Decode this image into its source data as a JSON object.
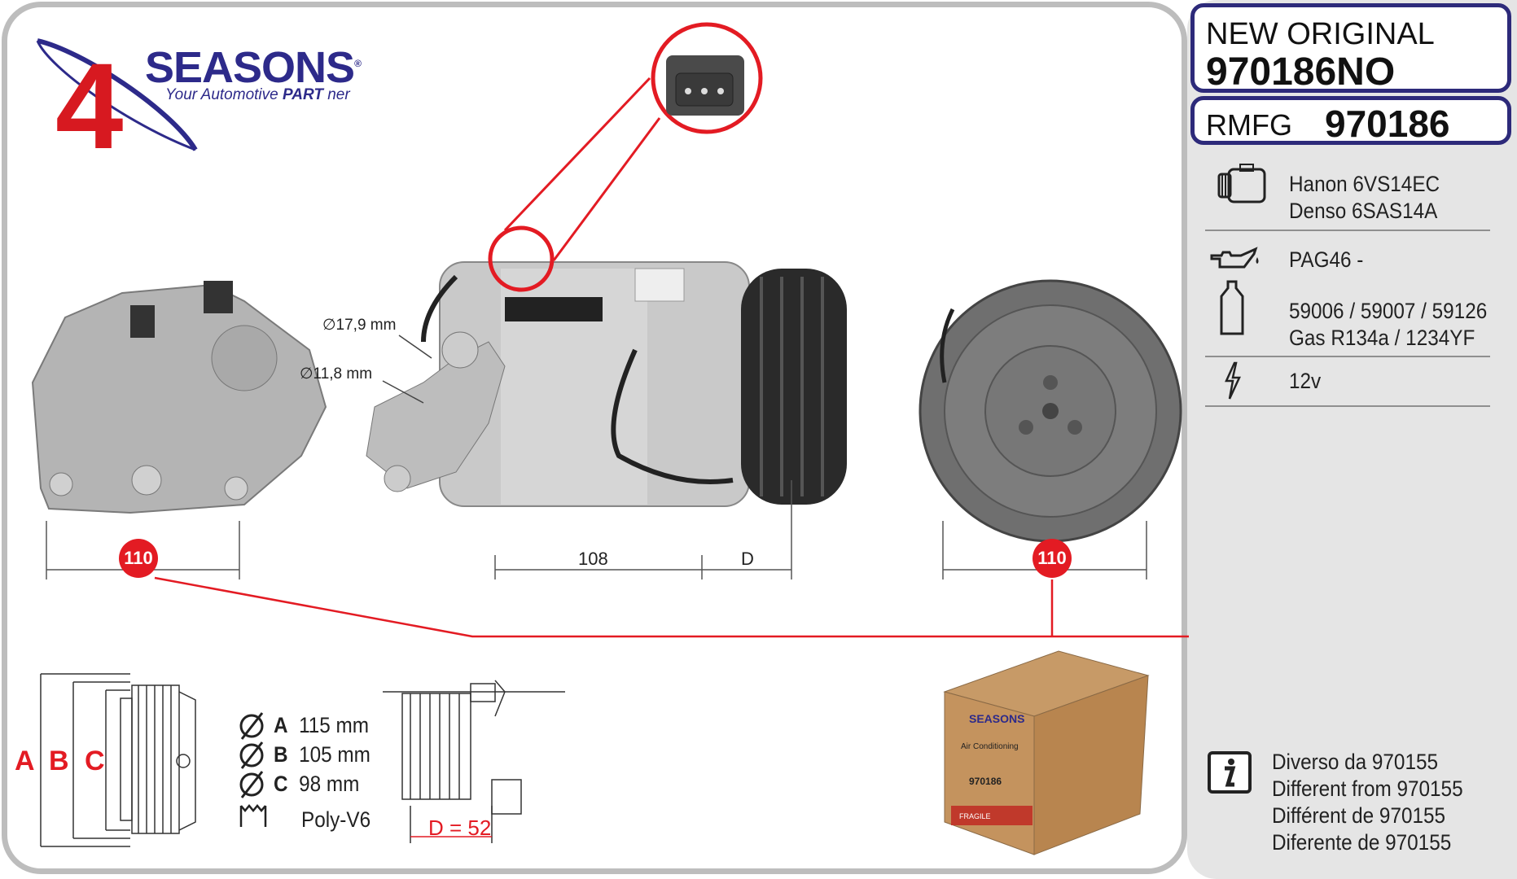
{
  "header": {
    "new_original_label": "NEW ORIGINAL",
    "new_original_code": "970186NO",
    "rmfg_label": "RMFG",
    "rmfg_code": "970186"
  },
  "logo": {
    "brand": "SEASONS",
    "numeral": "4",
    "tagline_prefix": "Your Automotive ",
    "tagline_bold": "PART",
    "tagline_suffix": " ner",
    "trademark": "®"
  },
  "specs": {
    "compressor_line1": "Hanon 6VS14EC",
    "compressor_line2": "Denso 6SAS14A",
    "oil": "PAG46 -",
    "gas_line1": "59006 / 59007 / 59126",
    "gas_line2": "Gas R134a / 1234YF",
    "voltage": "12v"
  },
  "diff": {
    "it": "Diverso da 970155",
    "en": "Different from 970155",
    "fr": "Différent de 970155",
    "es": "Diferente de 970155"
  },
  "dimensions": {
    "port_large": "∅17,9 mm",
    "port_small": "∅11,8 mm",
    "width_left": "110",
    "width_right": "110",
    "length": "108",
    "depth_label": "D",
    "pulley_depth": "D = 52"
  },
  "pulley": {
    "labels": [
      "A",
      "B",
      "C"
    ],
    "a_value": "115 mm",
    "b_value": "105 mm",
    "c_value": "98   mm",
    "belt_type": "Poly-V6"
  },
  "box": {
    "brand": "SEASONS",
    "part": "970186",
    "subtitle": "Air Conditioning",
    "fragile": "FRAGILE"
  },
  "colors": {
    "accent_red": "#e31b23",
    "brand_blue": "#2d2a7a",
    "frame_gray": "#bdbdbd",
    "panel_gray": "#e5e5e5"
  }
}
